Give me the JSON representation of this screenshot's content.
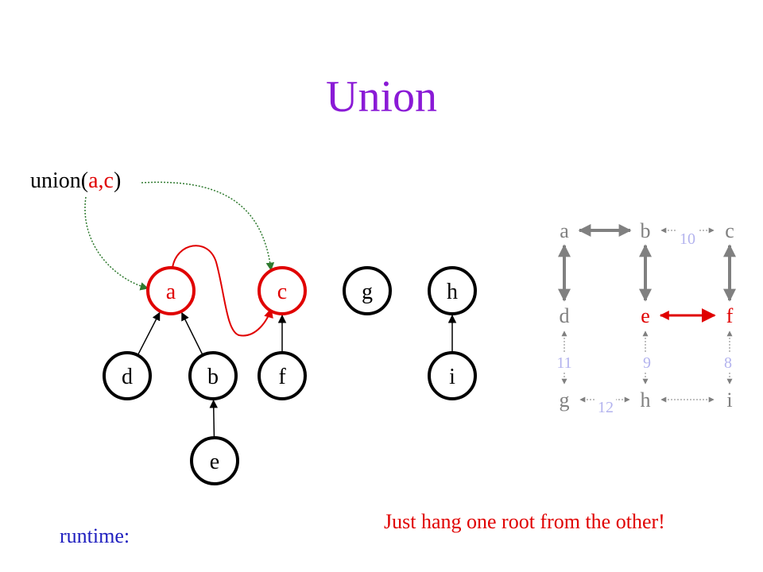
{
  "title": "Union",
  "operation": {
    "call_prefix": "union(",
    "call_args": "a,c",
    "call_suffix": ")"
  },
  "note": "Just hang one root from the other!",
  "runtime_label": "runtime:",
  "colors": {
    "title": "#8a1ad6",
    "highlight": "#e00000",
    "call_arrow": "#2f7a2f",
    "weights": "#b3b3ee",
    "runtime": "#1f1fbf"
  },
  "forest": {
    "nodes": [
      {
        "id": "a",
        "label": "a",
        "highlight": true
      },
      {
        "id": "c",
        "label": "c",
        "highlight": true
      },
      {
        "id": "g",
        "label": "g",
        "highlight": false
      },
      {
        "id": "h",
        "label": "h",
        "highlight": false
      },
      {
        "id": "d",
        "label": "d",
        "highlight": false
      },
      {
        "id": "b",
        "label": "b",
        "highlight": false
      },
      {
        "id": "f",
        "label": "f",
        "highlight": false
      },
      {
        "id": "i",
        "label": "i",
        "highlight": false
      },
      {
        "id": "e",
        "label": "e",
        "highlight": false
      }
    ],
    "parent_edges": [
      {
        "from": "d",
        "to": "a"
      },
      {
        "from": "b",
        "to": "a"
      },
      {
        "from": "e",
        "to": "b"
      },
      {
        "from": "f",
        "to": "c"
      },
      {
        "from": "i",
        "to": "h"
      }
    ],
    "union_edge": {
      "from": "a",
      "to": "c"
    }
  },
  "graph": {
    "nodes": [
      {
        "id": "a",
        "label": "a",
        "highlight": false
      },
      {
        "id": "b",
        "label": "b",
        "highlight": false
      },
      {
        "id": "c",
        "label": "c",
        "highlight": false
      },
      {
        "id": "d",
        "label": "d",
        "highlight": false
      },
      {
        "id": "e",
        "label": "e",
        "highlight": true
      },
      {
        "id": "f",
        "label": "f",
        "highlight": true
      },
      {
        "id": "g",
        "label": "g",
        "highlight": false
      },
      {
        "id": "h",
        "label": "h",
        "highlight": false
      },
      {
        "id": "i",
        "label": "i",
        "highlight": false
      }
    ],
    "edges": [
      {
        "from": "a",
        "to": "b",
        "kind": "thick"
      },
      {
        "from": "b",
        "to": "c",
        "kind": "thin",
        "weight": "10"
      },
      {
        "from": "a",
        "to": "d",
        "kind": "thick"
      },
      {
        "from": "b",
        "to": "e",
        "kind": "thick"
      },
      {
        "from": "c",
        "to": "f",
        "kind": "thick"
      },
      {
        "from": "e",
        "to": "f",
        "kind": "highlight"
      },
      {
        "from": "d",
        "to": "g",
        "kind": "thin",
        "weight": "11"
      },
      {
        "from": "e",
        "to": "h",
        "kind": "thin",
        "weight": "9"
      },
      {
        "from": "f",
        "to": "i",
        "kind": "thin",
        "weight": "8"
      },
      {
        "from": "g",
        "to": "h",
        "kind": "thin",
        "weight": "12"
      },
      {
        "from": "h",
        "to": "i",
        "kind": "thin"
      }
    ]
  }
}
